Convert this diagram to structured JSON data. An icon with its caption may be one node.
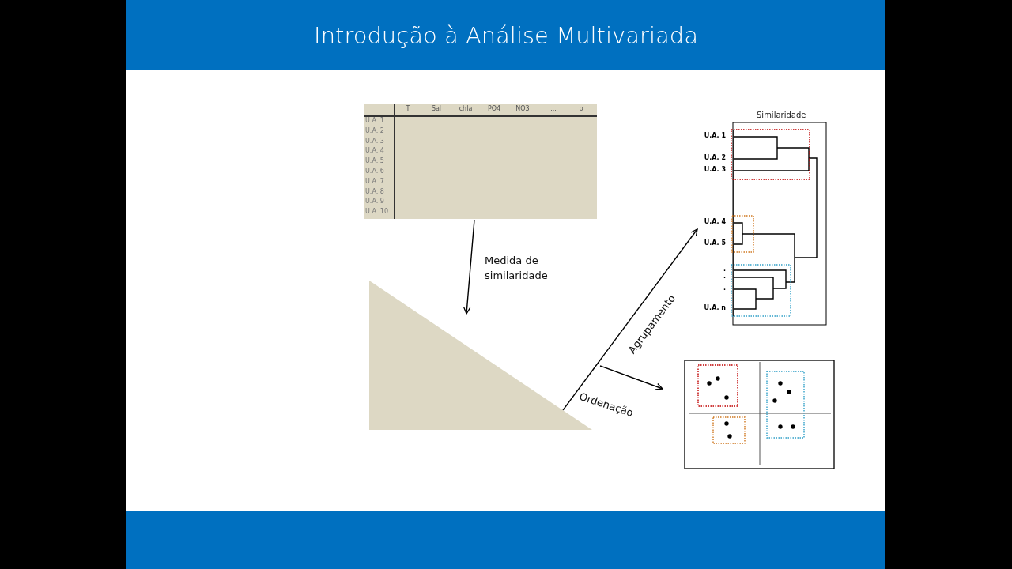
{
  "diagram": {
    "title": "Introdução à Análise Multivariada",
    "nodes": [
      {
        "text": [
          "T",
          "Sal",
          "chla",
          "PO4",
          "NO3",
          "...",
          "p",
          "U.A. 1",
          "U.A. 2",
          "U.A. 3",
          "U.A. 4",
          "U.A. 5",
          "U.A. 6",
          "U.A. 7",
          "U.A. 8",
          "U.A. 9",
          "U.A. 10"
        ]
      },
      {
        "text": [],
        "shape": "triangle"
      },
      {
        "text": [
          "Similaridade",
          "U.A. 1",
          "U.A. 2",
          "U.A. 3",
          "U.A. 4",
          "U.A. 5",
          ".",
          ".",
          ".",
          "U.A. n"
        ]
      },
      {
        "text": [],
        "shape": "box"
      }
    ],
    "edges": [
      {
        "from": 0,
        "to": 1,
        "arrow": "to",
        "label": "Medida de similaridade"
      },
      {
        "from": 1,
        "to": 2,
        "arrow": "to",
        "label": "Agrupamento"
      },
      {
        "from": 1,
        "to": 3,
        "arrow": "to",
        "label": "Ordenação"
      }
    ]
  }
}
